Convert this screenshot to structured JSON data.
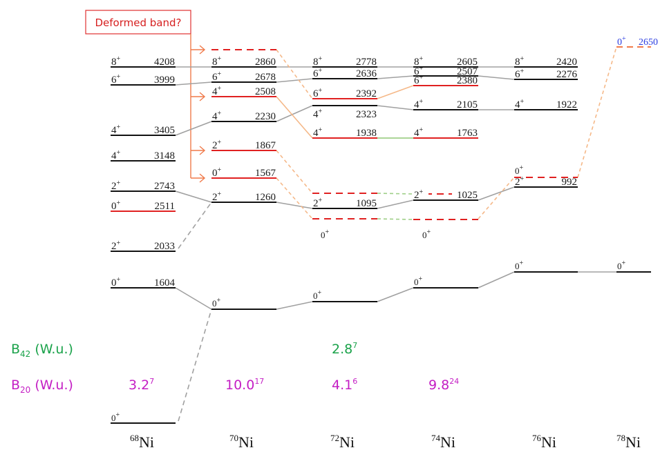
{
  "colors": {
    "level_normal": "#111111",
    "level_deformed": "#e02020",
    "connector_gray": "#a0a0a0",
    "connector_orange": "#f5b888",
    "connector_green": "#9fcf88",
    "arrow_orange": "#f07a4a",
    "b42_green": "#1aa24a",
    "b20_magenta": "#c41ec4",
    "ni78_blue": "#2a3ce0"
  },
  "annotation": {
    "label": "Deformed band?"
  },
  "nuclei": [
    {
      "mass": "68",
      "symbol": "Ni"
    },
    {
      "mass": "70",
      "symbol": "Ni"
    },
    {
      "mass": "72",
      "symbol": "Ni"
    },
    {
      "mass": "74",
      "symbol": "Ni"
    },
    {
      "mass": "76",
      "symbol": "Ni"
    },
    {
      "mass": "78",
      "symbol": "Ni"
    }
  ],
  "levels": {
    "ni68": [
      {
        "spin": "8",
        "parity": "+",
        "energy": "4208"
      },
      {
        "spin": "6",
        "parity": "+",
        "energy": "3999"
      },
      {
        "spin": "4",
        "parity": "+",
        "energy": "3405"
      },
      {
        "spin": "4",
        "parity": "+",
        "energy": "3148"
      },
      {
        "spin": "2",
        "parity": "+",
        "energy": "2743"
      },
      {
        "spin": "0",
        "parity": "+",
        "energy": "2511",
        "deformed": true
      },
      {
        "spin": "2",
        "parity": "+",
        "energy": "2033"
      },
      {
        "spin": "0",
        "parity": "+",
        "energy": "1604"
      },
      {
        "spin": "0",
        "parity": "+",
        "energy": ""
      }
    ],
    "ni70": [
      {
        "spin": "",
        "parity": "",
        "energy": "",
        "deformed": true,
        "dashed": true
      },
      {
        "spin": "8",
        "parity": "+",
        "energy": "2860"
      },
      {
        "spin": "6",
        "parity": "+",
        "energy": "2678"
      },
      {
        "spin": "4",
        "parity": "+",
        "energy": "2508",
        "deformed": true
      },
      {
        "spin": "4",
        "parity": "+",
        "energy": "2230"
      },
      {
        "spin": "2",
        "parity": "+",
        "energy": "1867",
        "deformed": true
      },
      {
        "spin": "0",
        "parity": "+",
        "energy": "1567",
        "deformed": true
      },
      {
        "spin": "2",
        "parity": "+",
        "energy": "1260"
      },
      {
        "spin": "0",
        "parity": "+",
        "energy": ""
      }
    ],
    "ni72": [
      {
        "spin": "8",
        "parity": "+",
        "energy": "2778"
      },
      {
        "spin": "6",
        "parity": "+",
        "energy": "2636"
      },
      {
        "spin": "6",
        "parity": "+",
        "energy": "2392",
        "deformed": true
      },
      {
        "spin": "4",
        "parity": "+",
        "energy": "2323"
      },
      {
        "spin": "4",
        "parity": "+",
        "energy": "1938",
        "deformed": true
      },
      {
        "spin": "",
        "parity": "",
        "energy": "",
        "deformed": true,
        "dashed": true
      },
      {
        "spin": "2",
        "parity": "+",
        "energy": "1095"
      },
      {
        "spin": "0",
        "parity": "+",
        "energy": "",
        "deformed": true,
        "dashed": true
      },
      {
        "spin": "0",
        "parity": "+",
        "energy": ""
      }
    ],
    "ni74": [
      {
        "spin": "8",
        "parity": "+",
        "energy": "2605"
      },
      {
        "spin": "6",
        "parity": "+",
        "energy": "2507"
      },
      {
        "spin": "6",
        "parity": "+",
        "energy": "2380",
        "deformed": true
      },
      {
        "spin": "4",
        "parity": "+",
        "energy": "2105"
      },
      {
        "spin": "4",
        "parity": "+",
        "energy": "1763",
        "deformed": true
      },
      {
        "spin": "2",
        "parity": "+",
        "energy": "1025"
      },
      {
        "spin": "0",
        "parity": "+",
        "energy": "",
        "deformed": true,
        "dashed": true
      },
      {
        "spin": "0",
        "parity": "+",
        "energy": ""
      }
    ],
    "ni76": [
      {
        "spin": "8",
        "parity": "+",
        "energy": "2420"
      },
      {
        "spin": "6",
        "parity": "+",
        "energy": "2276"
      },
      {
        "spin": "4",
        "parity": "+",
        "energy": "1922"
      },
      {
        "spin": "0",
        "parity": "+",
        "energy": "",
        "deformed": true,
        "dashed": true
      },
      {
        "spin": "2",
        "parity": "+",
        "energy": "992"
      },
      {
        "spin": "0",
        "parity": "+",
        "energy": ""
      }
    ],
    "ni78": [
      {
        "spin": "0",
        "parity": "+",
        "energy": "2650",
        "deformed": true,
        "dashed": true
      },
      {
        "spin": "0",
        "parity": "+",
        "energy": ""
      }
    ]
  },
  "b42": {
    "label": "B",
    "sub": "42",
    "unit": " (W.u.)",
    "values": [
      {
        "nucleus": "72Ni",
        "value": "2.8",
        "error": "7"
      }
    ]
  },
  "b20": {
    "label": "B",
    "sub": "20",
    "unit": " (W.u.)",
    "values": [
      {
        "nucleus": "68Ni",
        "value": "3.2",
        "error": "7"
      },
      {
        "nucleus": "70Ni",
        "value": "10.0",
        "error": "17"
      },
      {
        "nucleus": "72Ni",
        "value": "4.1",
        "error": "6"
      },
      {
        "nucleus": "74Ni",
        "value": "9.8",
        "error": "24"
      }
    ]
  }
}
